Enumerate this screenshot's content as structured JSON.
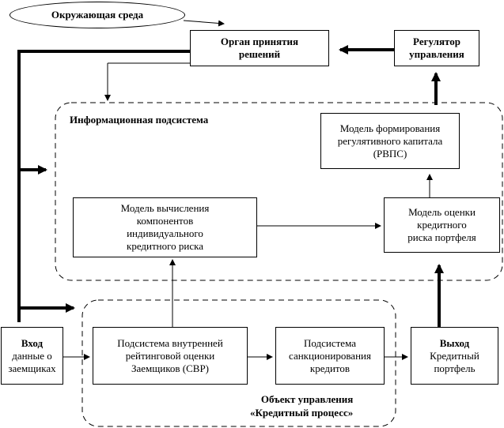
{
  "environment": {
    "label": "Окружающая среда"
  },
  "decision_body": {
    "line1": "Орган принятия",
    "line2": "решений"
  },
  "regulator": {
    "line1": "Регулятор",
    "line2": "управления"
  },
  "info_subsystem": {
    "title": "Информационная подсистема"
  },
  "rvps_model": {
    "line1": "Модель формирования",
    "line2": "регулятивного капитала",
    "line3": "(РВПС)"
  },
  "individual_risk_model": {
    "line1": "Модель вычисления",
    "line2": "компонентов",
    "line3": "индивидуального",
    "line4": "кредитного риска"
  },
  "portfolio_risk_model": {
    "line1": "Модель оценки",
    "line2": "кредитного",
    "line3": "риска портфеля"
  },
  "input": {
    "title": "Вход",
    "line1": "данные о",
    "line2": "заемщиках"
  },
  "rating_subsystem": {
    "line1": "Подсистема внутренней",
    "line2": "рейтинговой оценки",
    "line3": "Заемщиков (СВР)"
  },
  "sanction_subsystem": {
    "line1": "Подсистема",
    "line2": "санкционирования",
    "line3": "кредитов"
  },
  "output": {
    "title": "Выход",
    "line1": "Кредитный",
    "line2": "портфель"
  },
  "control_object": {
    "line1": "Объект управления",
    "line2": "«Кредитный процесс»"
  }
}
